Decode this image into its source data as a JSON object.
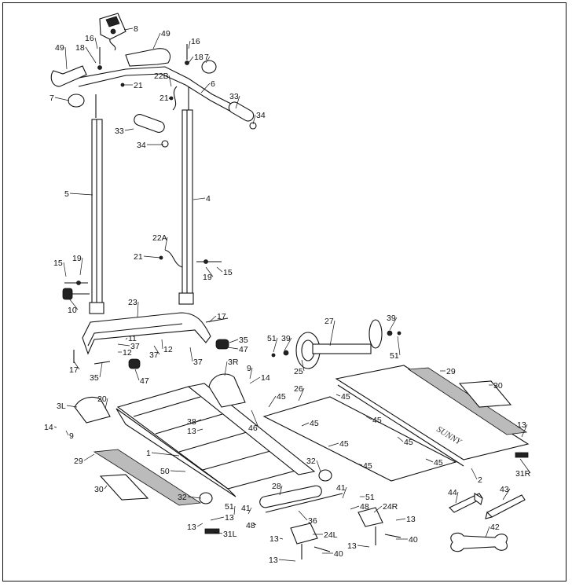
{
  "labels": [
    {
      "id": "p8",
      "text": "8"
    },
    {
      "id": "p49a",
      "text": "49"
    },
    {
      "id": "p49b",
      "text": "49"
    },
    {
      "id": "p16a",
      "text": "16"
    },
    {
      "id": "p16b",
      "text": "16"
    },
    {
      "id": "p18a",
      "text": "18"
    },
    {
      "id": "p18b",
      "text": "18"
    },
    {
      "id": "p7a",
      "text": "7"
    },
    {
      "id": "p7b",
      "text": "7"
    },
    {
      "id": "p21a",
      "text": "21"
    },
    {
      "id": "p21b",
      "text": "21"
    },
    {
      "id": "p21c",
      "text": "21"
    },
    {
      "id": "p22B",
      "text": "22B"
    },
    {
      "id": "p6",
      "text": "6"
    },
    {
      "id": "p33a",
      "text": "33"
    },
    {
      "id": "p33b",
      "text": "33"
    },
    {
      "id": "p34a",
      "text": "34"
    },
    {
      "id": "p34b",
      "text": "34"
    },
    {
      "id": "p5",
      "text": "5"
    },
    {
      "id": "p4",
      "text": "4"
    },
    {
      "id": "p22A",
      "text": "22A"
    },
    {
      "id": "p15a",
      "text": "15"
    },
    {
      "id": "p15b",
      "text": "15"
    },
    {
      "id": "p19a",
      "text": "19"
    },
    {
      "id": "p19b",
      "text": "19"
    },
    {
      "id": "p10",
      "text": "10"
    },
    {
      "id": "p23",
      "text": "23"
    },
    {
      "id": "p17a",
      "text": "17"
    },
    {
      "id": "p17b",
      "text": "17"
    },
    {
      "id": "p11",
      "text": "11"
    },
    {
      "id": "p37a",
      "text": "37"
    },
    {
      "id": "p37b",
      "text": "37"
    },
    {
      "id": "p37c",
      "text": "37"
    },
    {
      "id": "p12a",
      "text": "12"
    },
    {
      "id": "p12b",
      "text": "12"
    },
    {
      "id": "p35a",
      "text": "35"
    },
    {
      "id": "p35b",
      "text": "35"
    },
    {
      "id": "p47a",
      "text": "47"
    },
    {
      "id": "p47b",
      "text": "47"
    },
    {
      "id": "p51a",
      "text": "51"
    },
    {
      "id": "p51b",
      "text": "51"
    },
    {
      "id": "p51c",
      "text": "51"
    },
    {
      "id": "p51d",
      "text": "51"
    },
    {
      "id": "p39a",
      "text": "39"
    },
    {
      "id": "p39b",
      "text": "39"
    },
    {
      "id": "p27",
      "text": "27"
    },
    {
      "id": "p25",
      "text": "25"
    },
    {
      "id": "p3R",
      "text": "3R"
    },
    {
      "id": "p9a",
      "text": "9"
    },
    {
      "id": "p9b",
      "text": "9"
    },
    {
      "id": "p14a",
      "text": "14"
    },
    {
      "id": "p14b",
      "text": "14"
    },
    {
      "id": "p26",
      "text": "26"
    },
    {
      "id": "p29a",
      "text": "29"
    },
    {
      "id": "p29b",
      "text": "29"
    },
    {
      "id": "p30a",
      "text": "30"
    },
    {
      "id": "p30b",
      "text": "30"
    },
    {
      "id": "p3L",
      "text": "3L"
    },
    {
      "id": "p20",
      "text": "20"
    },
    {
      "id": "p38",
      "text": "38"
    },
    {
      "id": "p13a",
      "text": "13"
    },
    {
      "id": "p13b",
      "text": "13"
    },
    {
      "id": "p13c",
      "text": "13"
    },
    {
      "id": "p13d",
      "text": "13"
    },
    {
      "id": "p13e",
      "text": "13"
    },
    {
      "id": "p13f",
      "text": "13"
    },
    {
      "id": "p13g",
      "text": "13"
    },
    {
      "id": "p13h",
      "text": "13"
    },
    {
      "id": "p46",
      "text": "46"
    },
    {
      "id": "p45a",
      "text": "45"
    },
    {
      "id": "p45b",
      "text": "45"
    },
    {
      "id": "p45c",
      "text": "45"
    },
    {
      "id": "p45d",
      "text": "45"
    },
    {
      "id": "p45e",
      "text": "45"
    },
    {
      "id": "p45f",
      "text": "45"
    },
    {
      "id": "p45g",
      "text": "45"
    },
    {
      "id": "p45h",
      "text": "45"
    },
    {
      "id": "p1",
      "text": "1"
    },
    {
      "id": "p50",
      "text": "50"
    },
    {
      "id": "p32a",
      "text": "32"
    },
    {
      "id": "p32b",
      "text": "32"
    },
    {
      "id": "p28",
      "text": "28"
    },
    {
      "id": "p41a",
      "text": "41"
    },
    {
      "id": "p41b",
      "text": "41"
    },
    {
      "id": "p48a",
      "text": "48"
    },
    {
      "id": "p48b",
      "text": "48"
    },
    {
      "id": "p36",
      "text": "36"
    },
    {
      "id": "p24R",
      "text": "24R"
    },
    {
      "id": "p24L",
      "text": "24L"
    },
    {
      "id": "p40a",
      "text": "40"
    },
    {
      "id": "p40b",
      "text": "40"
    },
    {
      "id": "p31L",
      "text": "31L"
    },
    {
      "id": "p31R",
      "text": "31R"
    },
    {
      "id": "p2",
      "text": "2"
    },
    {
      "id": "p44",
      "text": "44"
    },
    {
      "id": "p43",
      "text": "43"
    },
    {
      "id": "p42",
      "text": "42"
    }
  ],
  "brand": "SUNNY"
}
